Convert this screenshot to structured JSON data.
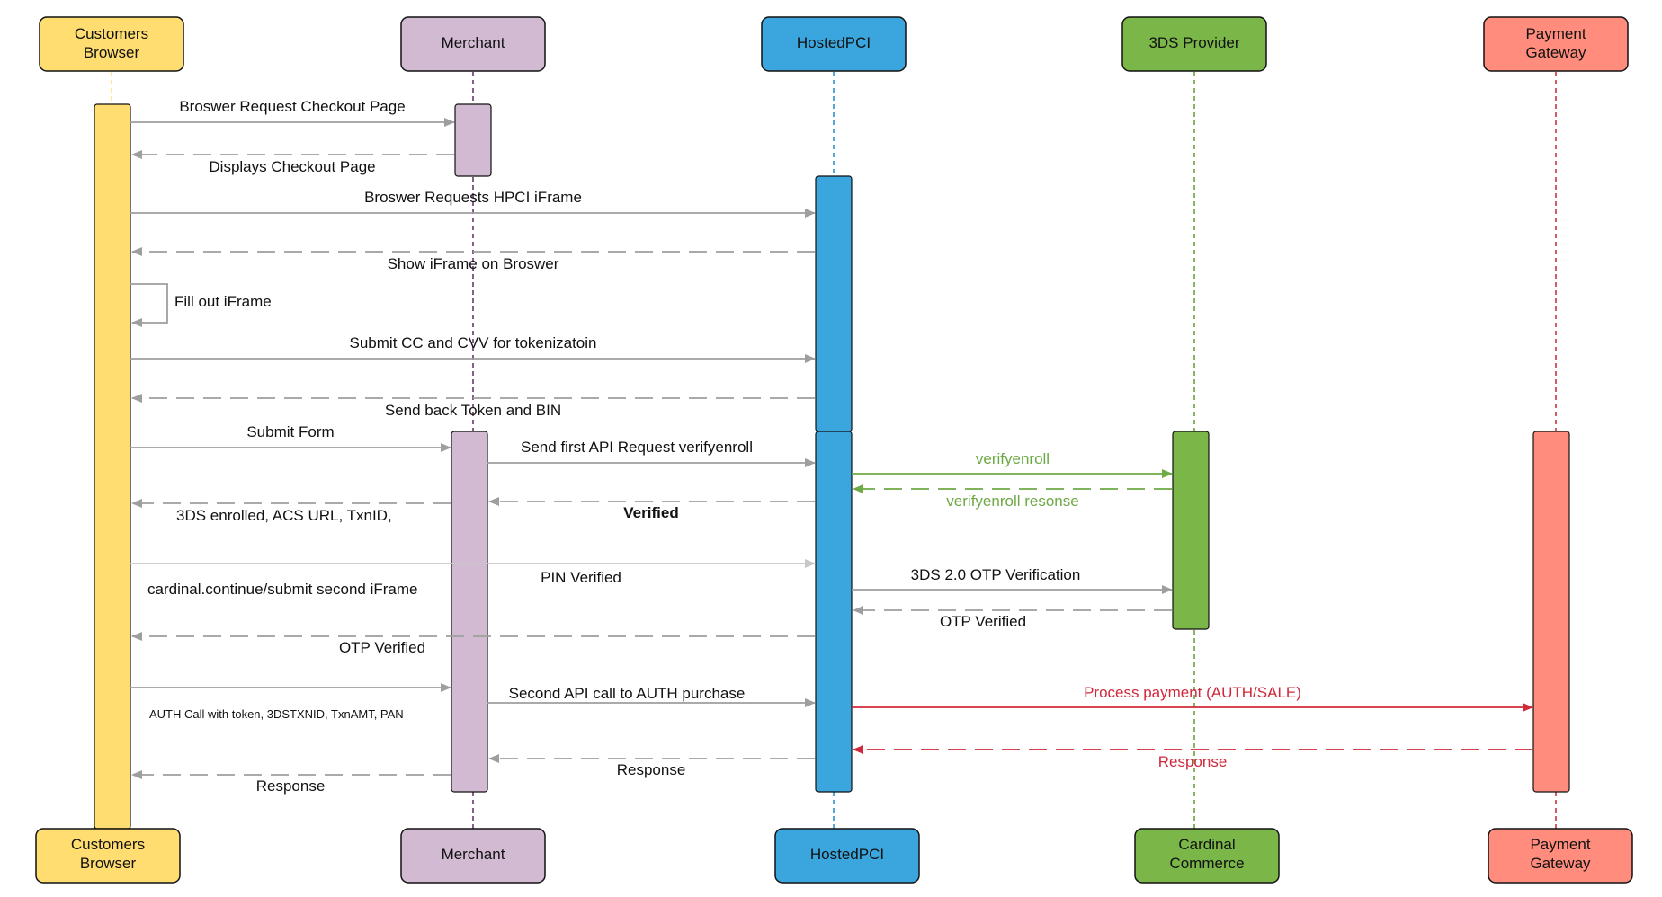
{
  "participants_top": [
    {
      "id": "browser",
      "lines": [
        "Customers",
        "Browser"
      ],
      "color": "#FFDD70",
      "lifeline": "#FFDD70"
    },
    {
      "id": "merchant",
      "lines": [
        "Merchant"
      ],
      "color": "#D2BBD2",
      "lifeline": "#5B2B5B"
    },
    {
      "id": "hpci",
      "lines": [
        "HostedPCI"
      ],
      "color": "#3AA6DD",
      "lifeline": "#1F8BC9"
    },
    {
      "id": "3ds",
      "lines": [
        "3DS Provider"
      ],
      "color": "#7AB648",
      "lifeline": "#5E9B2E"
    },
    {
      "id": "gateway",
      "lines": [
        "Payment",
        "Gateway"
      ],
      "color": "#FF8C7C",
      "lifeline": "#C7263A"
    }
  ],
  "participants_bottom": [
    {
      "id": "browser",
      "lines": [
        "Customers",
        "Browser"
      ],
      "color": "#FFDD70"
    },
    {
      "id": "merchant",
      "lines": [
        "Merchant"
      ],
      "color": "#D2BBD2"
    },
    {
      "id": "hpci",
      "lines": [
        "HostedPCI"
      ],
      "color": "#3AA6DD"
    },
    {
      "id": "3ds",
      "lines": [
        "Cardinal",
        "Commerce"
      ],
      "color": "#7AB648"
    },
    {
      "id": "gateway",
      "lines": [
        "Payment",
        "Gateway"
      ],
      "color": "#FF8C7C"
    }
  ],
  "messages": [
    {
      "label": "Broswer Request Checkout Page",
      "type": "solid",
      "color": "#9E9E9E"
    },
    {
      "label": "Displays Checkout Page",
      "type": "dashed",
      "color": "#9E9E9E"
    },
    {
      "label": "Broswer Requests HPCI iFrame",
      "type": "solid",
      "color": "#9E9E9E"
    },
    {
      "label": "Show iFrame on Broswer",
      "type": "dashed",
      "color": "#9E9E9E"
    },
    {
      "label": "Fill out iFrame",
      "type": "self",
      "color": "#9E9E9E"
    },
    {
      "label": "Submit CC and CVV for tokenizatoin",
      "type": "solid",
      "color": "#9E9E9E"
    },
    {
      "label": "Send back Token and BIN",
      "type": "dashed",
      "color": "#9E9E9E"
    },
    {
      "label": "Submit Form",
      "type": "solid",
      "color": "#9E9E9E"
    },
    {
      "label": "Send first API Request verifyenroll",
      "type": "solid",
      "color": "#9E9E9E"
    },
    {
      "label": "verifyenroll",
      "type": "solid",
      "color": "#6DA945"
    },
    {
      "label": "verifyenroll resonse",
      "type": "dashed",
      "color": "#6DA945"
    },
    {
      "label": "Verified",
      "type": "dashed",
      "color": "#9E9E9E"
    },
    {
      "label": "3DS enrolled, ACS URL, TxnID,",
      "type": "dashed",
      "color": "#9E9E9E"
    },
    {
      "label": "PIN Verified",
      "type": "solid",
      "color": "#C8C8C8"
    },
    {
      "label": "cardinal.continue/submit second iFrame",
      "type": "note",
      "color": "#9E9E9E"
    },
    {
      "label": "3DS 2.0 OTP Verification",
      "type": "solid",
      "color": "#9E9E9E"
    },
    {
      "label": "OTP Verified",
      "type": "dashed",
      "color": "#9E9E9E"
    },
    {
      "label": "OTP Verified",
      "type": "dashed",
      "color": "#9E9E9E"
    },
    {
      "label": "AUTH Call with token, 3DSTXNID, TxnAMT, PAN",
      "type": "solid",
      "color": "#9E9E9E"
    },
    {
      "label": "Second API call to AUTH purchase",
      "type": "solid",
      "color": "#9E9E9E"
    },
    {
      "label": "Process payment (AUTH/SALE)",
      "type": "solid",
      "color": "#D0293B"
    },
    {
      "label": "Response",
      "type": "dashed",
      "color": "#D0293B"
    },
    {
      "label": "Response",
      "type": "dashed",
      "color": "#9E9E9E"
    },
    {
      "label": "Response",
      "type": "dashed",
      "color": "#9E9E9E"
    }
  ],
  "colors": {
    "browser": "#FFDD70",
    "merchant": "#D2BBD2",
    "hpci": "#3AA6DD",
    "threeds": "#7AB648",
    "gateway": "#FF8C7C",
    "arrow_gray": "#9E9E9E",
    "arrow_green": "#6DA945",
    "arrow_red": "#D0293B"
  }
}
